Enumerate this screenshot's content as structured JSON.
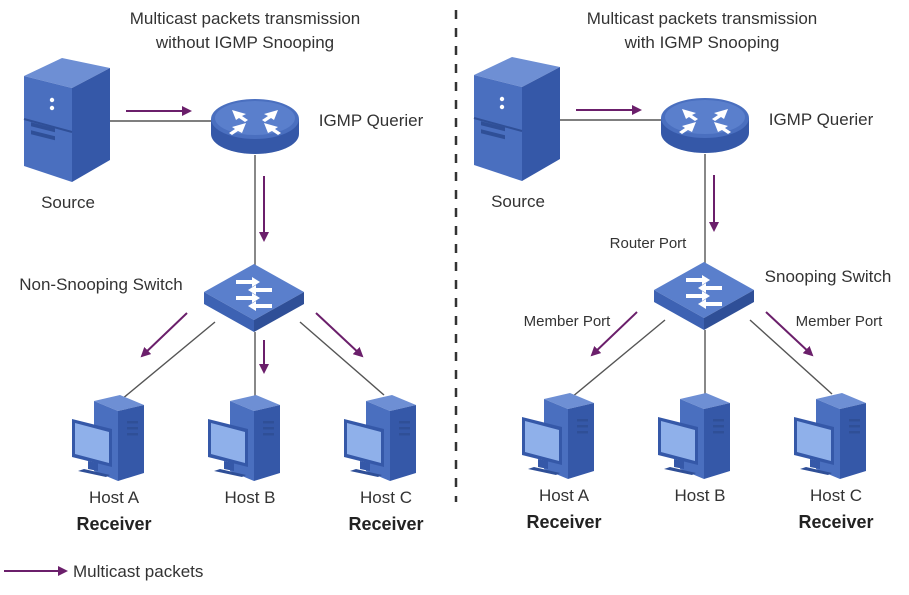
{
  "left_panel": {
    "title_line1": "Multicast packets transmission",
    "title_line2": "without IGMP Snooping",
    "source_label": "Source",
    "querier_label": "IGMP Querier",
    "switch_label": "Non-Snooping Switch",
    "hosts": [
      {
        "name": "Host A",
        "role": "Receiver"
      },
      {
        "name": "Host B",
        "role": ""
      },
      {
        "name": "Host C",
        "role": "Receiver"
      }
    ]
  },
  "right_panel": {
    "title_line1": "Multicast packets transmission",
    "title_line2": "with IGMP Snooping",
    "source_label": "Source",
    "querier_label": "IGMP Querier",
    "router_port_label": "Router Port",
    "switch_label": "Snooping Switch",
    "member_port_left": "Member Port",
    "member_port_right": "Member Port",
    "hosts": [
      {
        "name": "Host A",
        "role": "Receiver"
      },
      {
        "name": "Host B",
        "role": ""
      },
      {
        "name": "Host C",
        "role": "Receiver"
      }
    ]
  },
  "legend": {
    "label": "Multicast packets"
  },
  "colors": {
    "device_blue": "#4a6fbf",
    "device_dark": "#3558a8",
    "arrow": "#6b1f6b",
    "divider": "#333333"
  }
}
